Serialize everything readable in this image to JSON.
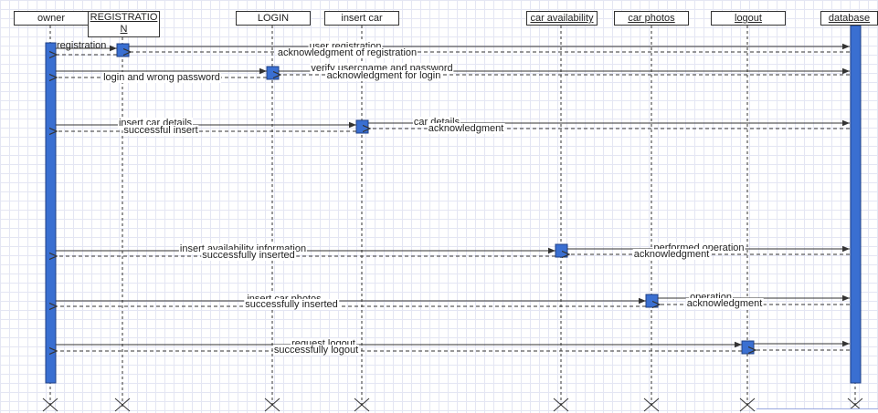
{
  "participants": [
    {
      "id": "owner",
      "label": "owner",
      "underline": false
    },
    {
      "id": "registration",
      "label": "REGISTRATIO N",
      "underline": true
    },
    {
      "id": "login",
      "label": "LOGIN",
      "underline": false
    },
    {
      "id": "insert_car",
      "label": "insert car",
      "underline": false
    },
    {
      "id": "car_availability",
      "label": "car availability",
      "underline": true
    },
    {
      "id": "car_photos",
      "label": "car photos",
      "underline": true
    },
    {
      "id": "logout",
      "label": "logout",
      "underline": true
    },
    {
      "id": "database",
      "label": "database",
      "underline": true
    }
  ],
  "messages": {
    "registration": "registration",
    "user_registration": "user registration",
    "ack_registration": "acknowledgment of registration",
    "verify_login": "verify usercname and password",
    "ack_login": "acknowledgment for login",
    "login_wrong": "login and wrong password",
    "insert_car_details": "insert car details",
    "successful_insert": "successful  insert",
    "car_details": "car details",
    "acknowledgment_1": "acknowledgment",
    "insert_availability": "insert  availability information",
    "successfully_inserted_1": "successfully inserted",
    "performed_operation": "performed operation",
    "acknowledgment_2": "acknowledgment",
    "insert_car_photos": "insert car photos",
    "successfully_inserted_2": "successfully inserted",
    "operation": "operation",
    "acknowledgment_3": "acknowledgment",
    "request_logout": "request logout",
    "successfully_logout": "successfully logout"
  },
  "colors": {
    "activation_fill": "#3a6fd1",
    "activation_stroke": "#1d3f86",
    "line": "#333333",
    "grid": "#e4e6f3"
  }
}
